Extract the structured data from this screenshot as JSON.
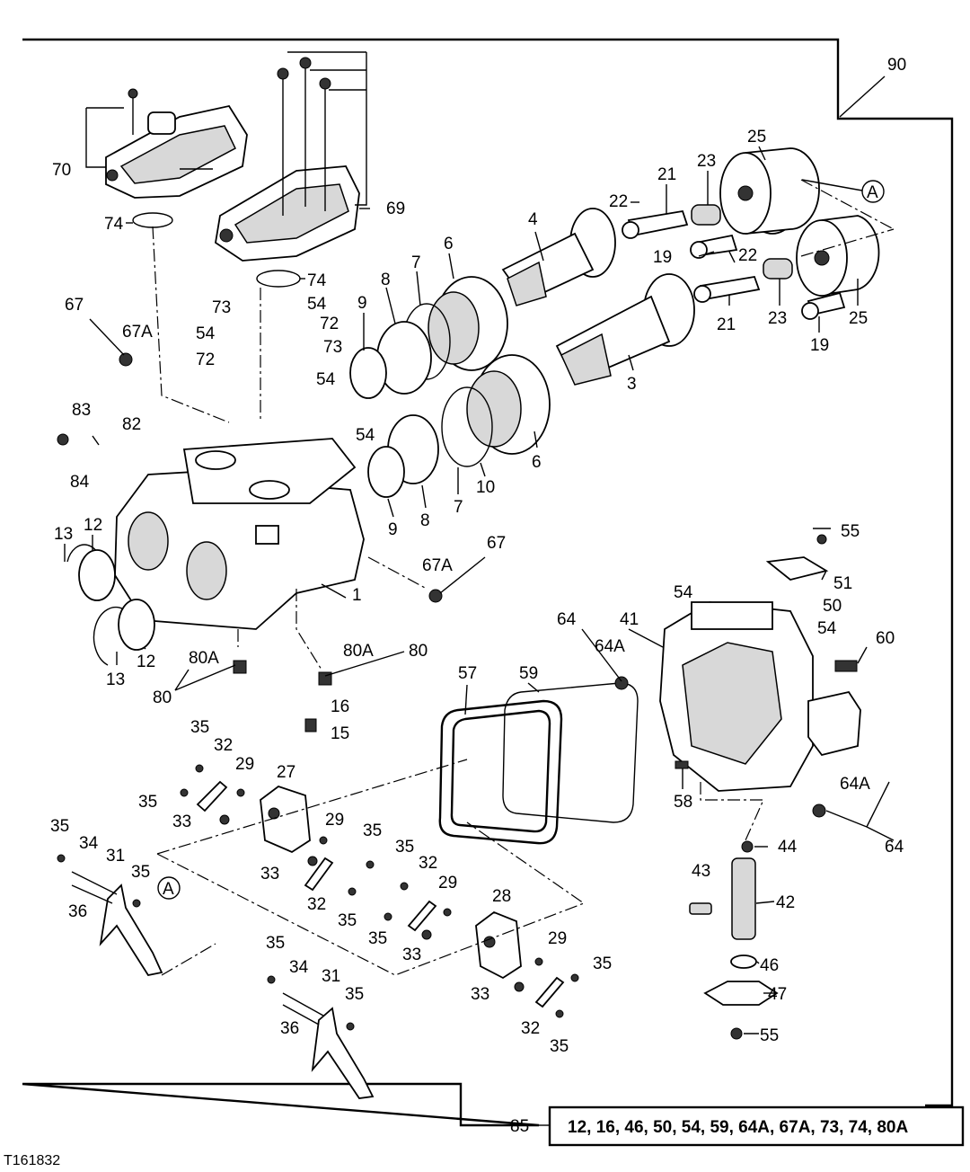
{
  "figure_id": "T161832",
  "kit_label": "85",
  "kit_contents": "12, 16, 46, 50, 54, 59, 64A, 67A, 73, 74, 80A",
  "callouts": {
    "c90": "90",
    "c25a": "25",
    "c25b": "25",
    "c23a": "23",
    "c23b": "23",
    "c21a": "21",
    "c21b": "21",
    "c22a": "22",
    "c22b": "22",
    "c19a": "19",
    "c19b": "19",
    "cA1": "A",
    "cA2": "A",
    "c4": "4",
    "c3": "3",
    "c6a": "6",
    "c6b": "6",
    "c7a": "7",
    "c7b": "7",
    "c8a": "8",
    "c8b": "8",
    "c9a": "9",
    "c9b": "9",
    "c10": "10",
    "c70": "70",
    "c69": "69",
    "c74a": "74",
    "c74b": "74",
    "c73a": "73",
    "c73b": "73",
    "c54a": "54",
    "c54b": "54",
    "c54c": "54",
    "c54d": "54",
    "c54e": "54",
    "c54f": "54",
    "c72a": "72",
    "c72b": "72",
    "c67a": "67",
    "c67Aa": "67A",
    "c67b": "67",
    "c67Ab": "67A",
    "c83": "83",
    "c82": "82",
    "c84": "84",
    "c13a": "13",
    "c13b": "13",
    "c12a": "12",
    "c12b": "12",
    "c1": "1",
    "c80a": "80",
    "c80Aa": "80A",
    "c80b": "80",
    "c80Ab": "80A",
    "c16": "16",
    "c15": "15",
    "c59": "59",
    "c57": "57",
    "c64a": "64",
    "c64Aa": "64A",
    "c41": "41",
    "c55a": "55",
    "c51": "51",
    "c50": "50",
    "c60": "60",
    "c58": "58",
    "c64Ab": "64A",
    "c64b": "64",
    "c44": "44",
    "c43": "43",
    "c42": "42",
    "c46": "46",
    "c47": "47",
    "c55b": "55",
    "c35a": "35",
    "c32a": "32",
    "c29a": "29",
    "c27": "27",
    "c35b": "35",
    "c33a": "33",
    "c35c": "35",
    "c34a": "34",
    "c31a": "31",
    "c35d": "35",
    "c36a": "36",
    "c29b": "29",
    "c35e": "35",
    "c33b": "33",
    "c32b": "32",
    "c35f": "35",
    "c35g": "35",
    "c32c": "32",
    "c29c": "29",
    "c28": "28",
    "c35h": "35",
    "c33c": "33",
    "c29d": "29",
    "c35i": "35",
    "c33d": "33",
    "c32d": "32",
    "c35j": "35",
    "c35k": "35",
    "c34b": "34",
    "c31b": "31",
    "c35l": "35",
    "c36b": "36"
  }
}
